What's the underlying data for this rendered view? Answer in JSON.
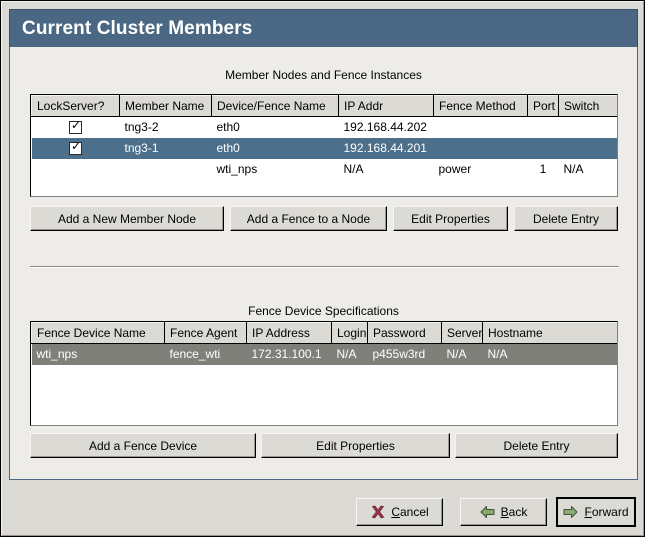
{
  "window": {
    "title": "Current Cluster Members",
    "titlebar_color": "#4a6783",
    "panel_color": "#eeece8",
    "dialog_color": "#dcdad5"
  },
  "member_section": {
    "caption": "Member Nodes and Fence Instances",
    "columns": [
      "LockServer?",
      "Member Name",
      "Device/Fence Name",
      "IP Addr",
      "Fence Method",
      "Port",
      "Switch"
    ],
    "rows": [
      {
        "lockserver_checked": true,
        "member_name": "tng3-2",
        "device_fence_name": "eth0",
        "ip_addr": "192.168.44.202",
        "fence_method": "",
        "port": "",
        "switch": "",
        "selected": false
      },
      {
        "lockserver_checked": true,
        "member_name": "tng3-1",
        "device_fence_name": "eth0",
        "ip_addr": "192.168.44.201",
        "fence_method": "",
        "port": "",
        "switch": "",
        "selected": true
      },
      {
        "lockserver_checked": false,
        "member_name": "",
        "device_fence_name": "wti_nps",
        "ip_addr": "N/A",
        "fence_method": "power",
        "port": "1",
        "switch": "N/A",
        "selected": false
      }
    ],
    "buttons": [
      {
        "label": "Add a New Member Node",
        "name": "add-new-member-node-button"
      },
      {
        "label": "Add a Fence to a Node",
        "name": "add-fence-to-node-button"
      },
      {
        "label": "Edit Properties",
        "name": "edit-properties-button"
      },
      {
        "label": "Delete Entry",
        "name": "delete-entry-button"
      }
    ]
  },
  "fence_section": {
    "caption": "Fence Device Specifications",
    "columns": [
      "Fence Device Name",
      "Fence Agent",
      "IP Address",
      "Login",
      "Password",
      "Server",
      "Hostname"
    ],
    "rows": [
      {
        "fence_device_name": "wti_nps",
        "fence_agent": "fence_wti",
        "ip_address": "172.31.100.1",
        "login": "N/A",
        "password": "p455w3rd",
        "server": "N/A",
        "hostname": "N/A",
        "selected": true
      }
    ],
    "buttons": [
      {
        "label": "Add a Fence Device",
        "name": "add-fence-device-button"
      },
      {
        "label": "Edit Properties",
        "name": "edit-properties-button-2"
      },
      {
        "label": "Delete Entry",
        "name": "delete-entry-button-2"
      }
    ]
  },
  "navigation": {
    "cancel": {
      "pre": "",
      "accel": "C",
      "post": "ancel",
      "icon": "cancel-x-icon",
      "icon_color": "#99364a"
    },
    "back": {
      "pre": "",
      "accel": "B",
      "post": "ack",
      "icon": "arrow-left-icon",
      "icon_color": "#7b9c65"
    },
    "forward": {
      "pre": "",
      "accel": "F",
      "post": "orward",
      "icon": "arrow-right-icon",
      "icon_color": "#7b9c65",
      "focused": true
    }
  },
  "selection_colors": {
    "row_focus_blue": "#4c6f8c",
    "row_unfocus_gray": "#80807a"
  }
}
